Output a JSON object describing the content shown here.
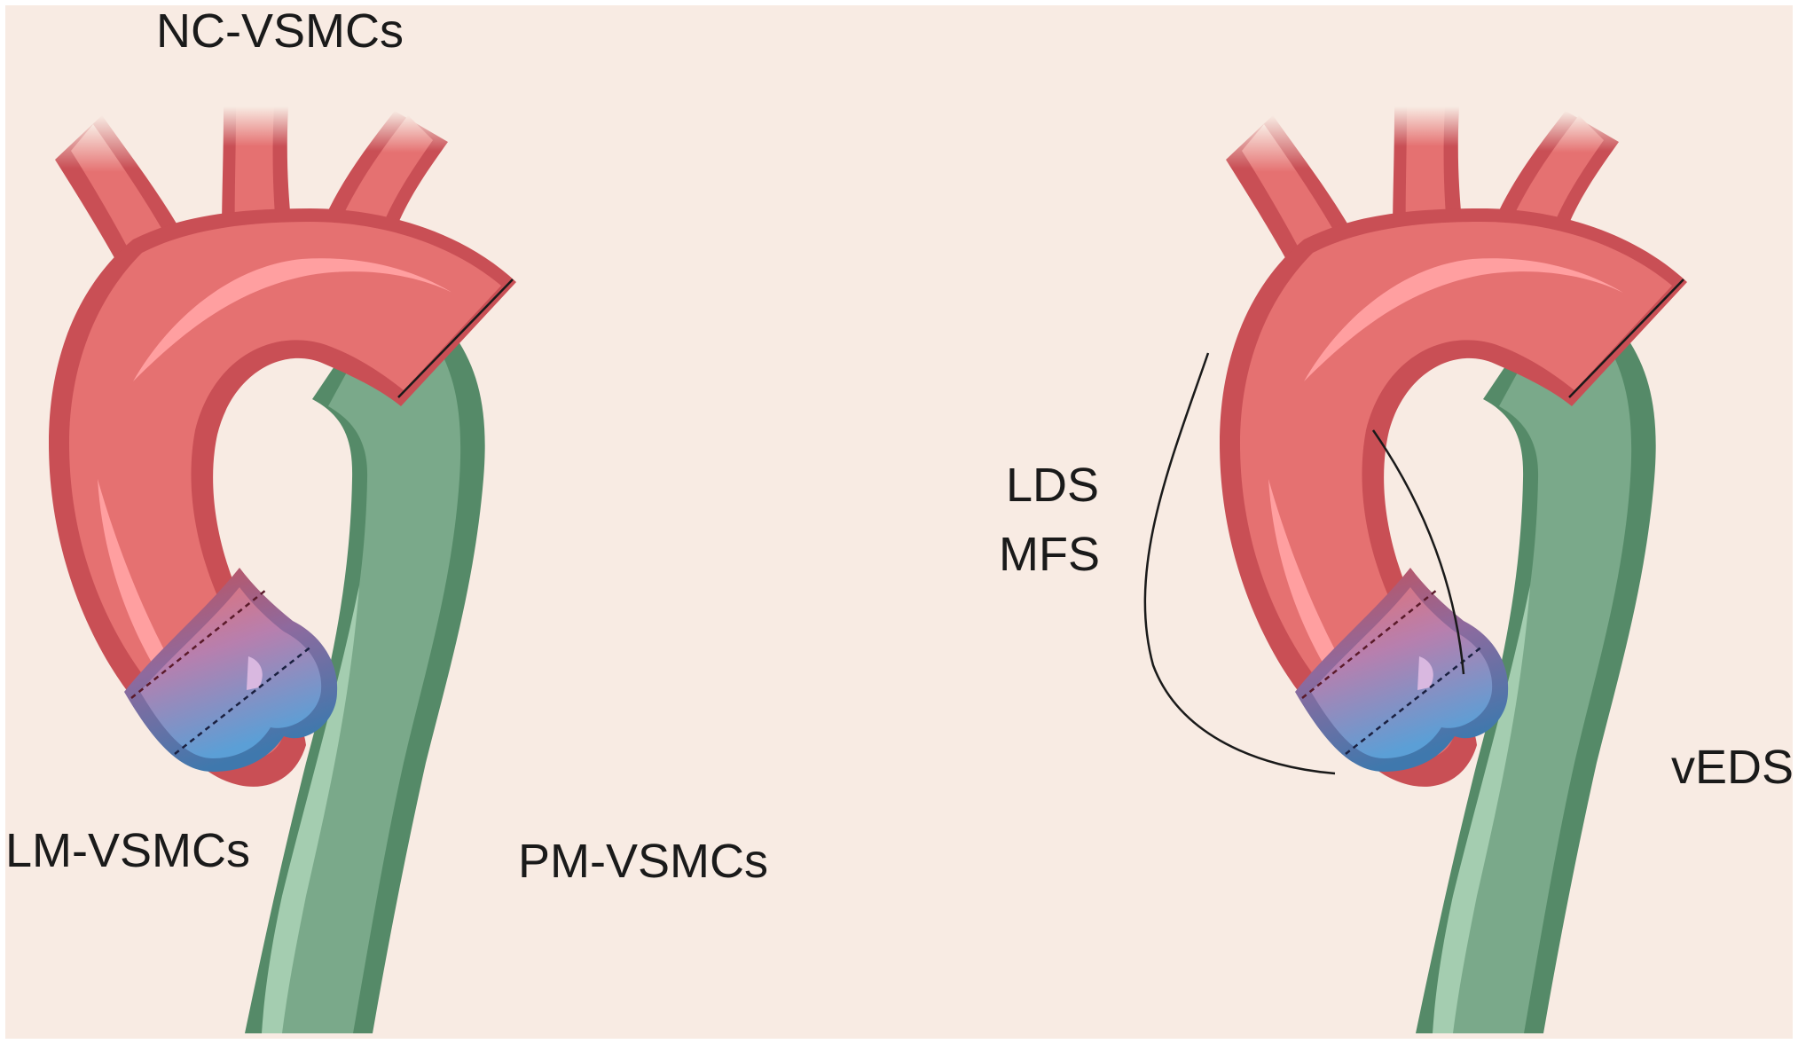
{
  "colors": {
    "background": "#f8ebe3",
    "arch_red": "#e57171",
    "arch_red_dark": "#c94f55",
    "arch_red_highlight": "#ff9fa0",
    "root_blue": "#5b9fd6",
    "root_blue_dark": "#3f78ad",
    "descending_green": "#7aa98a",
    "descending_green_dark": "#558a68",
    "descending_green_highlight": "#a4cdb0",
    "outline": "#1a1a1a"
  },
  "left_diagram": {
    "labels": {
      "top": "NC-VSMCs",
      "bottom_left": "LM-VSMCs",
      "bottom_right": "PM-VSMCs"
    }
  },
  "right_diagram": {
    "labels": {
      "left_line1": "LDS",
      "left_line2": "MFS",
      "right": "vEDS"
    }
  }
}
